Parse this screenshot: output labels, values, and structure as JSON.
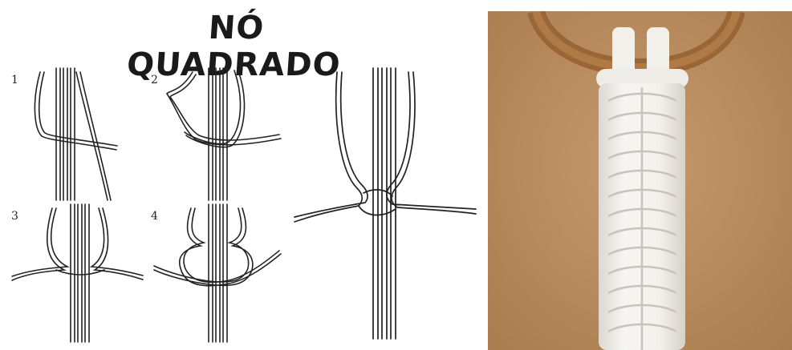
{
  "title": "NÓ QUADRADO",
  "steps": [
    {
      "number": "1"
    },
    {
      "number": "2"
    },
    {
      "number": "3"
    },
    {
      "number": "4"
    }
  ],
  "photo": {
    "subject": "white macrame square knot strap on wooden ring"
  },
  "colors": {
    "cord": "#222222",
    "background_photo": "#b88a5c",
    "macrame": "#f1efe8",
    "ring": "#a5713f"
  }
}
